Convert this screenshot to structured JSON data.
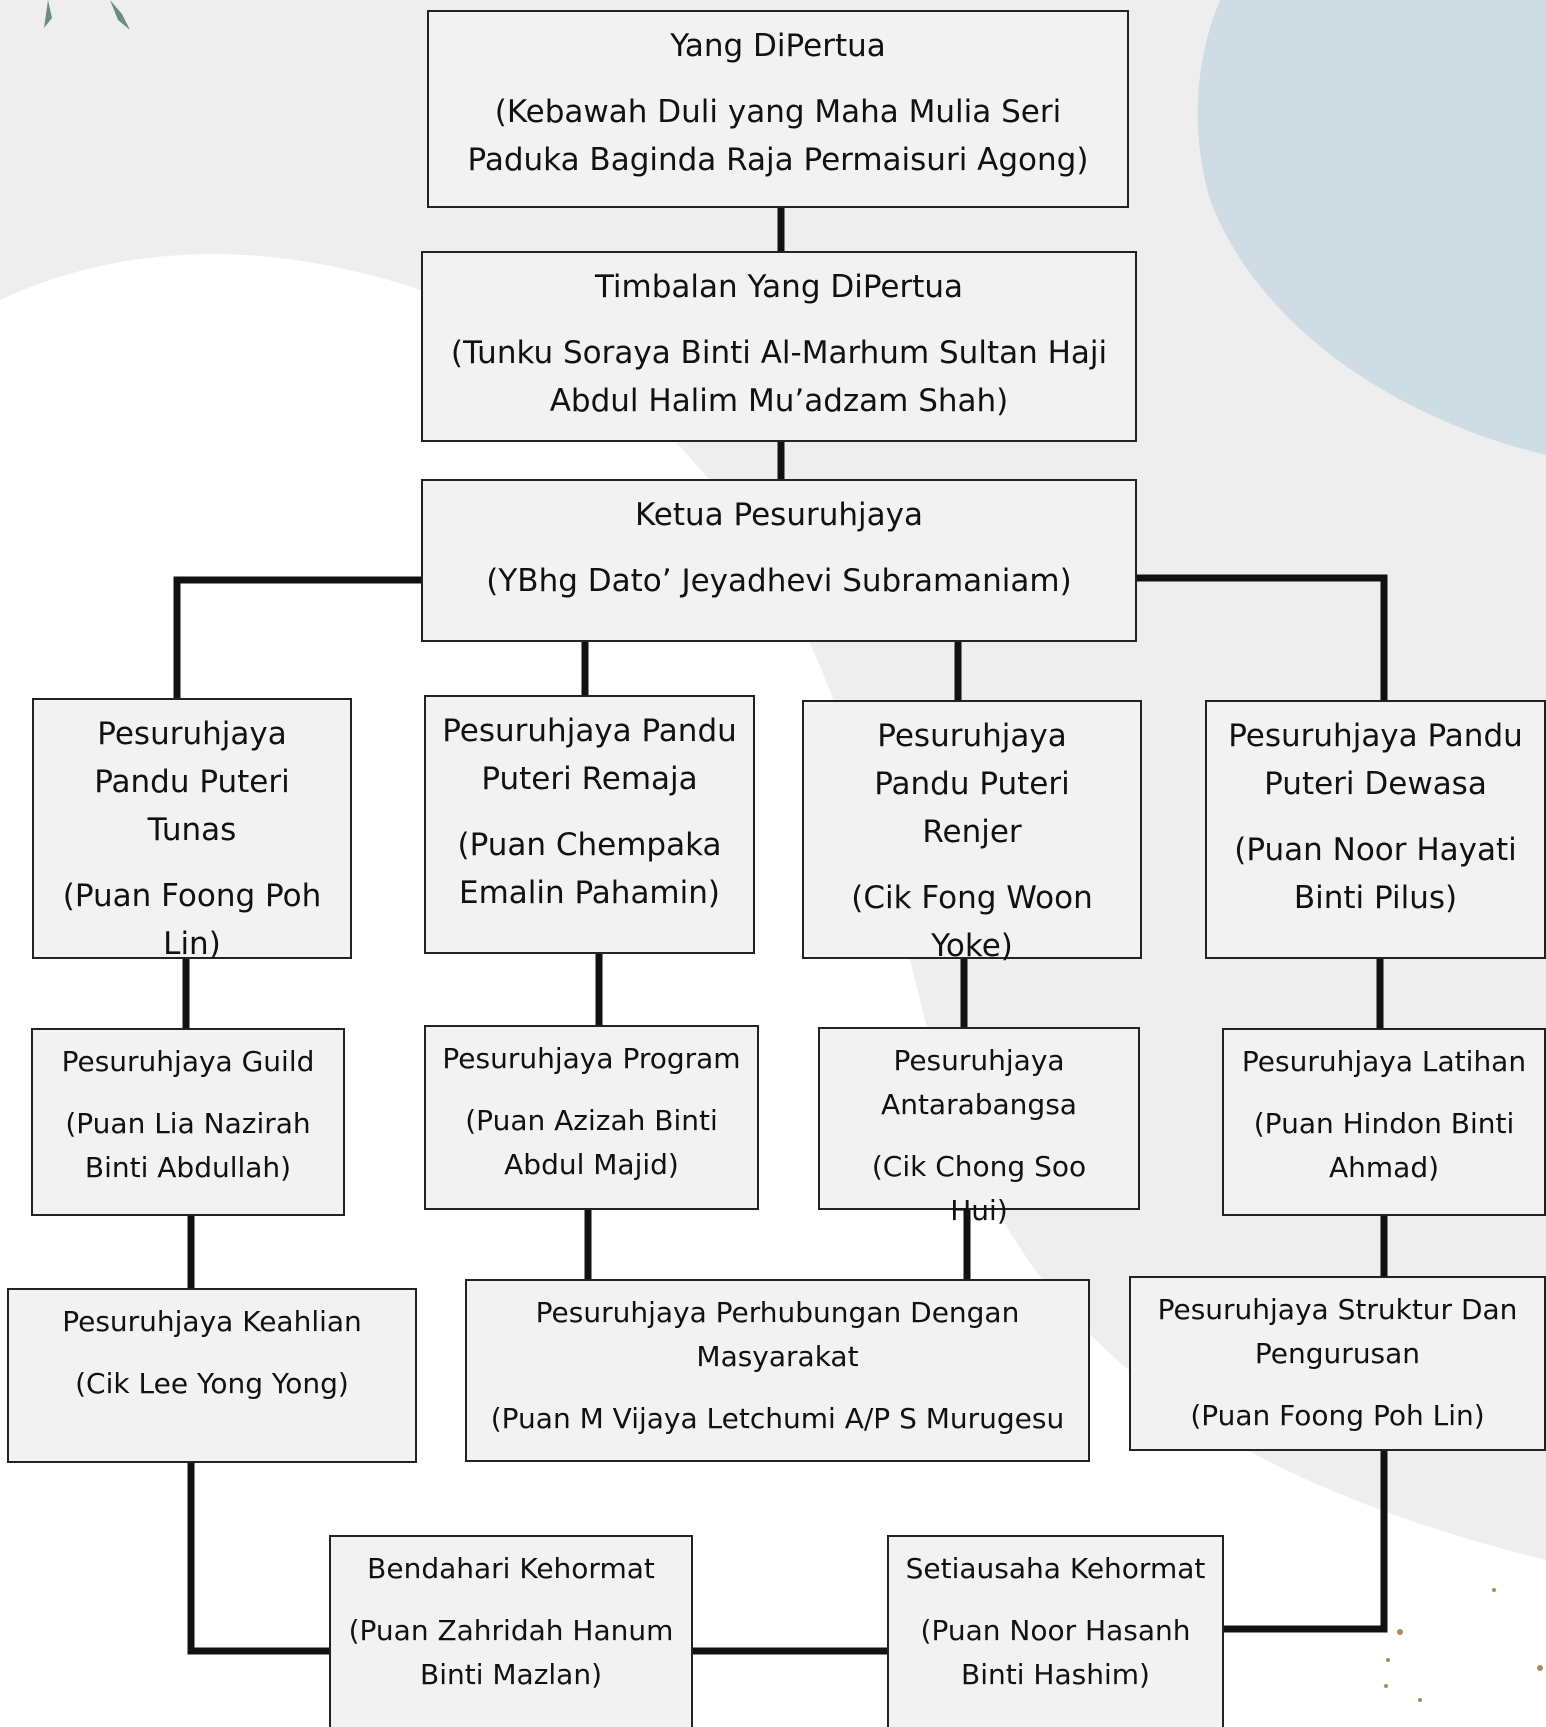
{
  "chart": {
    "root": {
      "title": "Yang DiPertua",
      "name": "(Kebawah Duli yang Maha Mulia Seri Paduka Baginda Raja Permaisuri Agong)"
    },
    "deputy": {
      "title": "Timbalan Yang DiPertua",
      "name": "(Tunku Soraya Binti Al-Marhum Sultan Haji Abdul Halim Mu’adzam Shah)"
    },
    "chief": {
      "title": "Ketua Pesuruhjaya",
      "name": "(YBhg Dato’ Jeyadhevi Subramaniam)"
    },
    "sections": [
      {
        "title": "Pesuruhjaya Pandu Puteri Tunas",
        "name": "(Puan Foong Poh Lin)"
      },
      {
        "title": "Pesuruhjaya Pandu Puteri Remaja",
        "name": "(Puan Chempaka Emalin Pahamin)"
      },
      {
        "title": "Pesuruhjaya Pandu Puteri Renjer",
        "name": "(Cik Fong Woon Yoke)"
      },
      {
        "title": "Pesuruhjaya Pandu Puteri Dewasa",
        "name": "(Puan Noor Hayati Binti Pilus)"
      }
    ],
    "commissioners": [
      {
        "title": "Pesuruhjaya Guild",
        "name": "(Puan Lia Nazirah Binti Abdullah)"
      },
      {
        "title": "Pesuruhjaya Program",
        "name": "(Puan Azizah Binti Abdul Majid)"
      },
      {
        "title": "Pesuruhjaya Antarabangsa",
        "name": "(Cik Chong Soo Hui)"
      },
      {
        "title": "Pesuruhjaya Latihan",
        "name": "(Puan Hindon Binti Ahmad)"
      }
    ],
    "row_five": [
      {
        "title": "Pesuruhjaya Keahlian",
        "name": "(Cik Lee Yong Yong)"
      },
      {
        "title": "Pesuruhjaya Perhubungan Dengan Masyarakat",
        "name": "(Puan M Vijaya Letchumi A/P S Murugesu"
      },
      {
        "title": "Pesuruhjaya Struktur Dan Pengurusan",
        "name": "(Puan Foong Poh Lin)"
      }
    ],
    "bottom": [
      {
        "title": "Bendahari Kehormat",
        "name": "(Puan Zahridah Hanum Binti Mazlan)"
      },
      {
        "title": "Setiausaha Kehormat",
        "name": "(Puan Noor Hasanh Binti Hashim)"
      }
    ]
  },
  "colors": {
    "background": "#eeeeee",
    "white_shape": "#ffffff",
    "blue_shape": "#cfdce3",
    "box_fill": "#f2f2f2",
    "line": "#111111"
  }
}
